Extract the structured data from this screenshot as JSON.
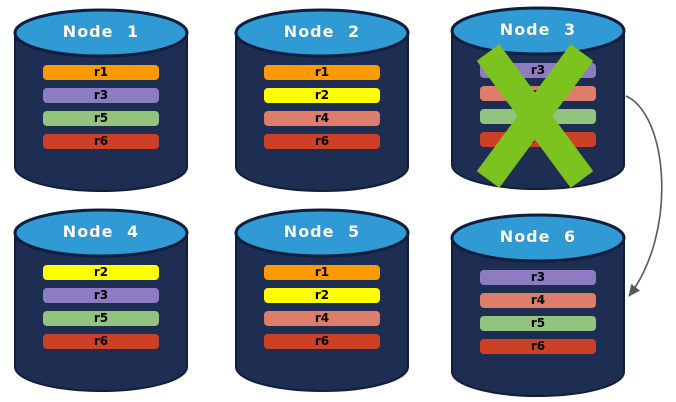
{
  "diagram": {
    "description": "Database replication diagram: six node cylinders holding replica partitions; Node 3 is failed (green X) and an arrow points from Node 3 to Node 6",
    "nodes": [
      {
        "label": "Node 1",
        "replicas": [
          "r1",
          "r3",
          "r5",
          "r6"
        ],
        "failed": false
      },
      {
        "label": "Node 2",
        "replicas": [
          "r1",
          "r2",
          "r4",
          "r6"
        ],
        "failed": false
      },
      {
        "label": "Node 3",
        "replicas": [
          "r3",
          "r4",
          "r5",
          "r6"
        ],
        "failed": true
      },
      {
        "label": "Node 4",
        "replicas": [
          "r2",
          "r3",
          "r5",
          "r6"
        ],
        "failed": false
      },
      {
        "label": "Node 5",
        "replicas": [
          "r1",
          "r2",
          "r4",
          "r6"
        ],
        "failed": false
      },
      {
        "label": "Node 6",
        "replicas": [
          "r3",
          "r4",
          "r5",
          "r6"
        ],
        "failed": false
      }
    ],
    "arrow": {
      "from": "Node 3",
      "to": "Node 6"
    },
    "colors": {
      "cylinder_body": "#1D2E52",
      "cylinder_outline": "#0E1E3C",
      "cylinder_top": "#2F9AD4",
      "cross": "#7DC31F",
      "arrow": "#595959",
      "replicas": {
        "r1": "#FF9900",
        "r2": "#FFFF00",
        "r3": "#8E7CC3",
        "r4": "#DD7E6B",
        "r5": "#93C47D",
        "r6": "#CC4125"
      }
    }
  }
}
